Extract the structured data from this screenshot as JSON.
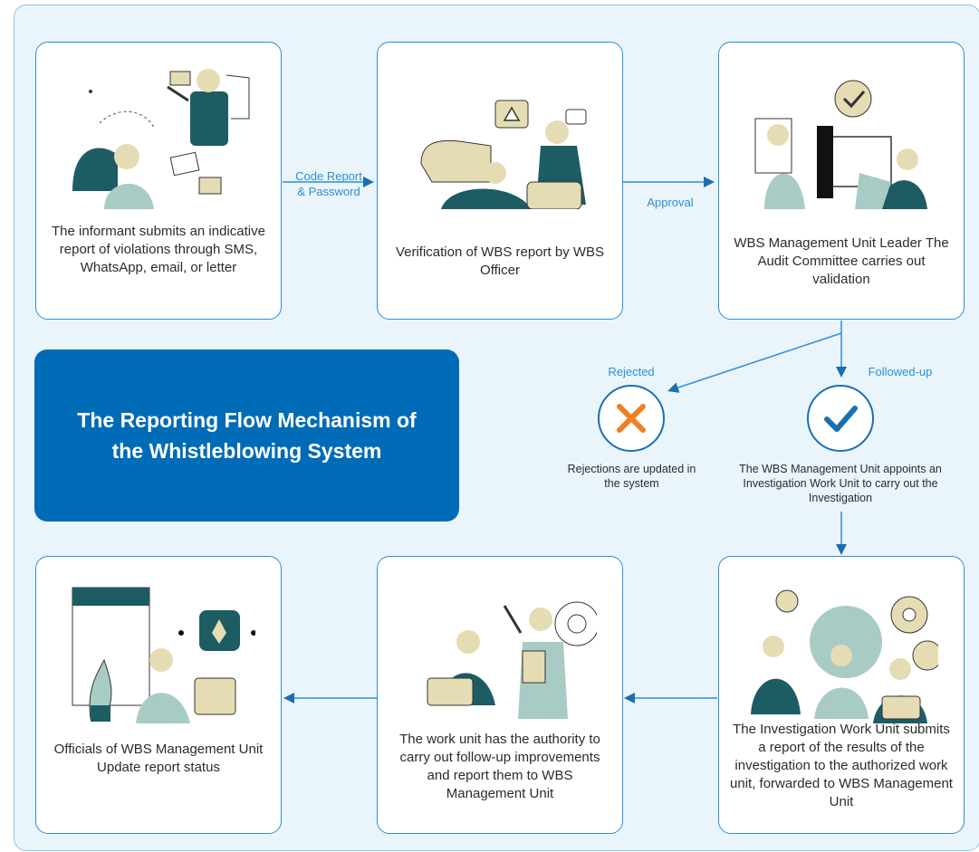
{
  "title": "The Reporting Flow Mechanism of the Whistleblowing System",
  "steps": [
    {
      "text": "The informant submits an indicative report of violations through SMS, WhatsApp, email, or letter"
    },
    {
      "text": "Verification of WBS report by WBS Officer"
    },
    {
      "text": "WBS Management Unit Leader The Audit Committee carries out validation"
    },
    {
      "text": "The Investigation Work Unit submits a report of the results of the investigation to the authorized work unit, forwarded to WBS Management Unit"
    },
    {
      "text": "The work unit has the authority to carry out follow-up improvements and report them to WBS Management Unit"
    },
    {
      "text": "Officials of WBS Management Unit Update report status"
    }
  ],
  "connectors": {
    "code_report_password": "Code Report & Password",
    "approval": "Approval",
    "rejected": "Rejected",
    "followed_up": "Followed-up"
  },
  "outcomes": {
    "rejected_caption": "Rejections are updated in the system",
    "followed_caption": "The WBS Management Unit appoints an Investigation Work Unit to carry out the Investigation"
  },
  "colors": {
    "accent": "#006bb6",
    "line": "#2d8fd5",
    "reject": "#f08024",
    "teal": "#1d5c63",
    "sand": "#e6dcb4"
  }
}
